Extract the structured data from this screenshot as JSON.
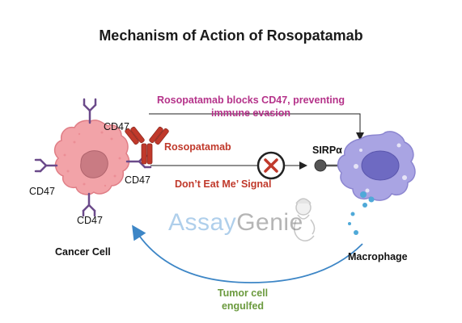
{
  "title": "Mechanism of Action of Rosopatamab",
  "annotations": {
    "blocks_line1": "Rosopatamab blocks CD47, preventing",
    "blocks_line2": "immune evasion",
    "drug_label": "Rosopatamab",
    "signal_label": "Don’t Eat Me’ Signal",
    "receptor_label": "SIRPα",
    "engulfed_line1": "Tumor cell",
    "engulfed_line2": "engulfed"
  },
  "cells": {
    "cancer": "Cancer Cell",
    "macrophage": "Macrophage"
  },
  "markers": {
    "cd47_top": "CD47",
    "cd47_right": "CD47",
    "cd47_left": "CD47",
    "cd47_bottom": "CD47"
  },
  "watermark": {
    "part1": "Assay",
    "part2": "Genie"
  },
  "colors": {
    "cancer_cell": "#f2a3a8",
    "cancer_nucleus": "#c97b83",
    "macrophage": "#a9a4e3",
    "macrophage_nucleus": "#6e6ac2",
    "antibody": "#c0392b",
    "receptor_stalk": "#6b4a8a",
    "arrow_blue": "#3d86c6",
    "block_red": "#c0392b"
  }
}
